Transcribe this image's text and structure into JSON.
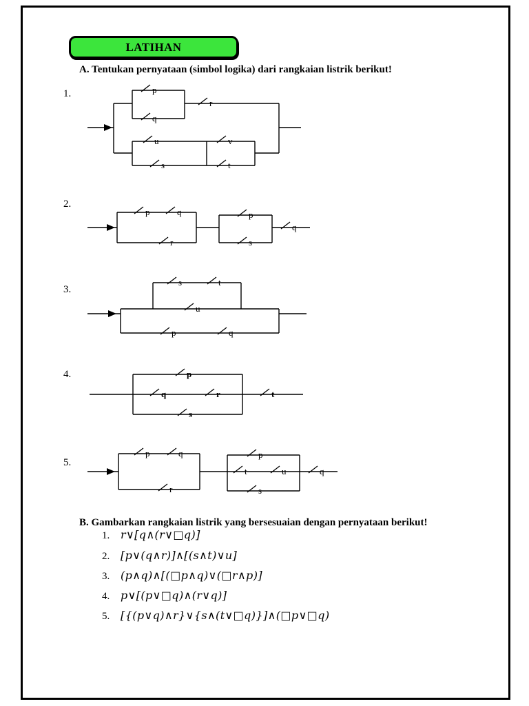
{
  "badge": {
    "title": "LATIHAN"
  },
  "colors": {
    "badge_green": "#3CE53C",
    "ink": "#000000"
  },
  "section_a": {
    "heading": "A. Tentukan pernyataan (simbol logika) dari rangkaian listrik berikut!",
    "circuits": [
      {
        "number": "1.",
        "switches": [
          "p",
          "q",
          "r",
          "u",
          "s",
          "v",
          "t"
        ]
      },
      {
        "number": "2.",
        "switches": [
          "p",
          "q",
          "r",
          "p",
          "s",
          "q"
        ]
      },
      {
        "number": "3.",
        "switches": [
          "s",
          "t",
          "u",
          "p",
          "q"
        ]
      },
      {
        "number": "4.",
        "switches": [
          "p",
          "q",
          "r",
          "s",
          "t"
        ]
      },
      {
        "number": "5.",
        "switches": [
          "p",
          "q",
          "r",
          "p",
          "t",
          "u",
          "s",
          "q"
        ]
      }
    ]
  },
  "section_b": {
    "heading": "B. Gambarkan rangkaian listrik yang bersesuaian dengan pernyataan berikut!",
    "items": [
      {
        "number": "1.",
        "formula": "r∨[q∧(r∨□q)]"
      },
      {
        "number": "2.",
        "formula": "[p∨(q∧r)]∧[(s∧t)∨u]"
      },
      {
        "number": "3.",
        "formula": "(p∧q)∧[(□p∧q)∨(□r∧p)]"
      },
      {
        "number": "4.",
        "formula": "p∨[(p∨□q)∧(r∨q)]"
      },
      {
        "number": "5.",
        "formula": "[{(p∨q)∧r}∨{s∧(t∨□q)}]∧(□p∨□q)"
      }
    ]
  }
}
